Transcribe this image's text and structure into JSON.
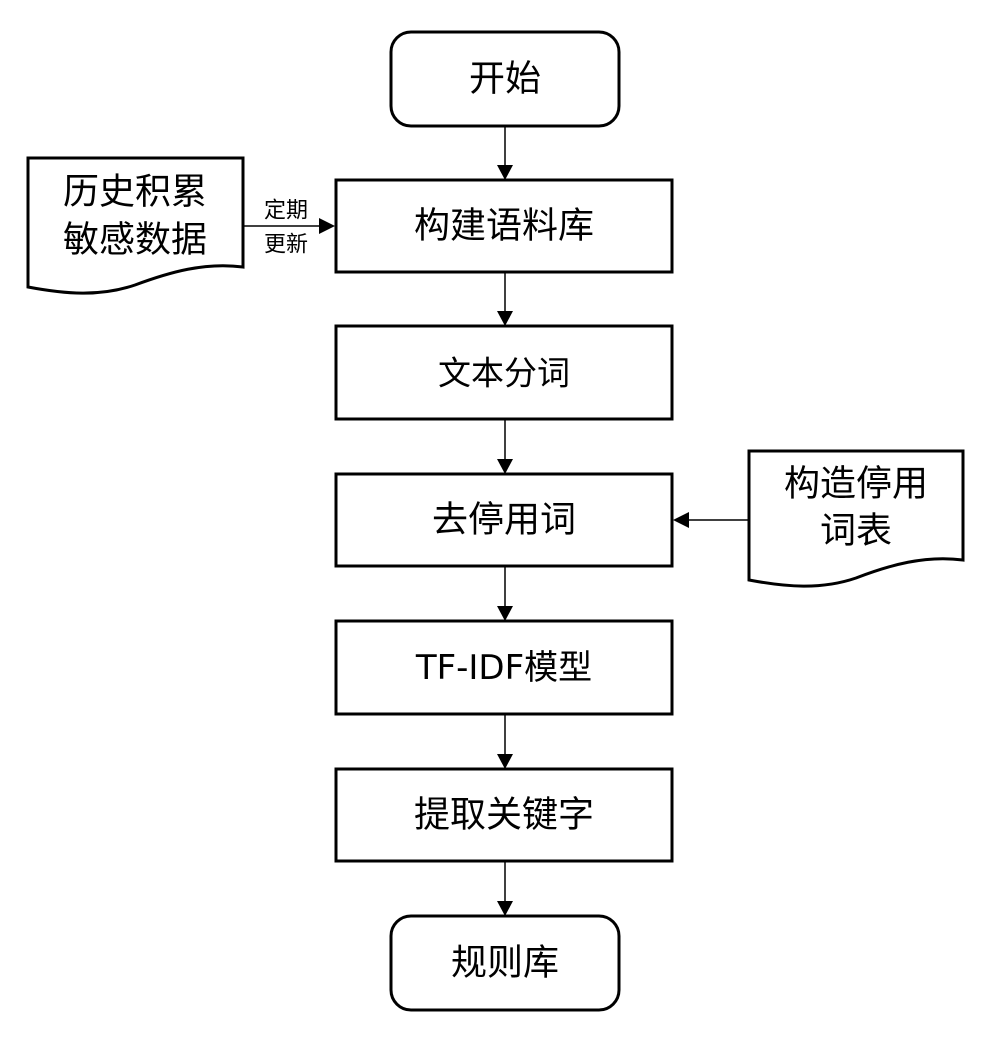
{
  "flowchart": {
    "start": "开始",
    "build_corpus": "构建语料库",
    "segmentation": "文本分词",
    "remove_stopwords": "去停用词",
    "tfidf_model": "TF-IDF模型",
    "extract_keywords": "提取关键字",
    "rule_base": "规则库"
  },
  "inputs": {
    "history_data": {
      "line1": "历史积累",
      "line2": "敏感数据"
    },
    "stopword_list": {
      "line1": "构造停用",
      "line2": "词表"
    }
  },
  "edge_labels": {
    "periodic_update": {
      "line1": "定期",
      "line2": "更新"
    }
  }
}
